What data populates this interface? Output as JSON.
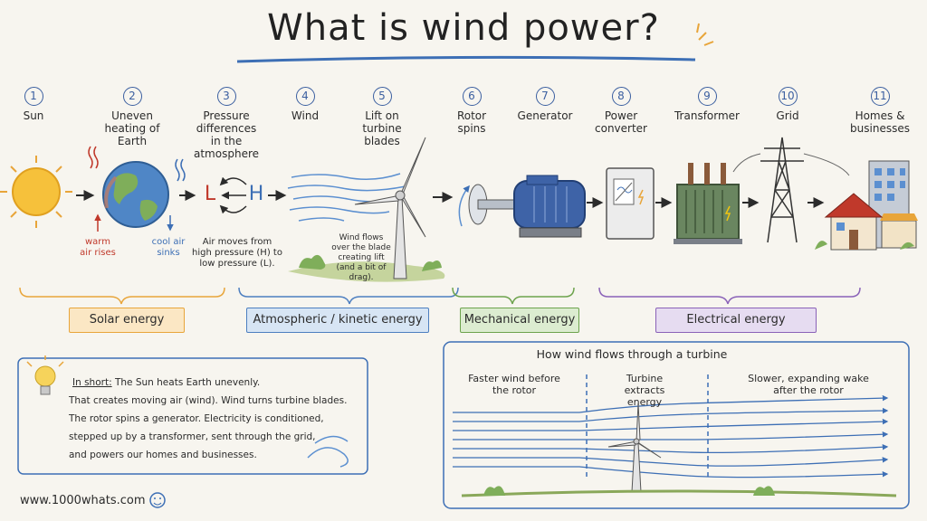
{
  "title": "What is wind power?",
  "steps": [
    {
      "num": "1",
      "label": "Sun"
    },
    {
      "num": "2",
      "label": "Uneven heating of Earth"
    },
    {
      "num": "3",
      "label": "Pressure differences in the atmosphere"
    },
    {
      "num": "4",
      "label": "Wind"
    },
    {
      "num": "5",
      "label": "Lift on turbine blades"
    },
    {
      "num": "6",
      "label": "Rotor spins"
    },
    {
      "num": "7",
      "label": "Generator"
    },
    {
      "num": "8",
      "label": "Power converter"
    },
    {
      "num": "9",
      "label": "Transformer"
    },
    {
      "num": "10",
      "label": "Grid"
    },
    {
      "num": "11",
      "label": "Homes & businesses"
    }
  ],
  "notes": {
    "warm_air": "warm air rises",
    "cool_air": "cool air sinks",
    "pressure_low": "L",
    "pressure_high": "H",
    "air_moves": "Air moves from high pressure (H) to low pressure (L).",
    "wind_flows": "Wind flows over the blade creating lift (and a bit of drag)."
  },
  "categories": [
    {
      "label": "Solar energy",
      "color": "#e8a53a",
      "fill": "#fbe7c4"
    },
    {
      "label": "Atmospheric / kinetic energy",
      "color": "#4d7fc0",
      "fill": "#d7e5f4"
    },
    {
      "label": "Mechanical energy",
      "color": "#6da34d",
      "fill": "#dcecd0"
    },
    {
      "label": "Electrical energy",
      "color": "#8a62b8",
      "fill": "#e6dcf1"
    }
  ],
  "info": {
    "prefix": "In short:",
    "line1": "The Sun heats Earth unevenly.",
    "line2": "That creates moving air (wind). Wind turns turbine blades.",
    "line3": "The rotor spins a generator. Electricity is conditioned,",
    "line4": "stepped up by a transformer, sent through the grid,",
    "line5": "and powers our homes and businesses."
  },
  "flow": {
    "title": "How wind flows through a turbine",
    "faster": "Faster wind before the rotor",
    "turbine": "Turbine extracts energy",
    "slower": "Slower, expanding wake after the rotor"
  },
  "footer": "www.1000whats.com"
}
